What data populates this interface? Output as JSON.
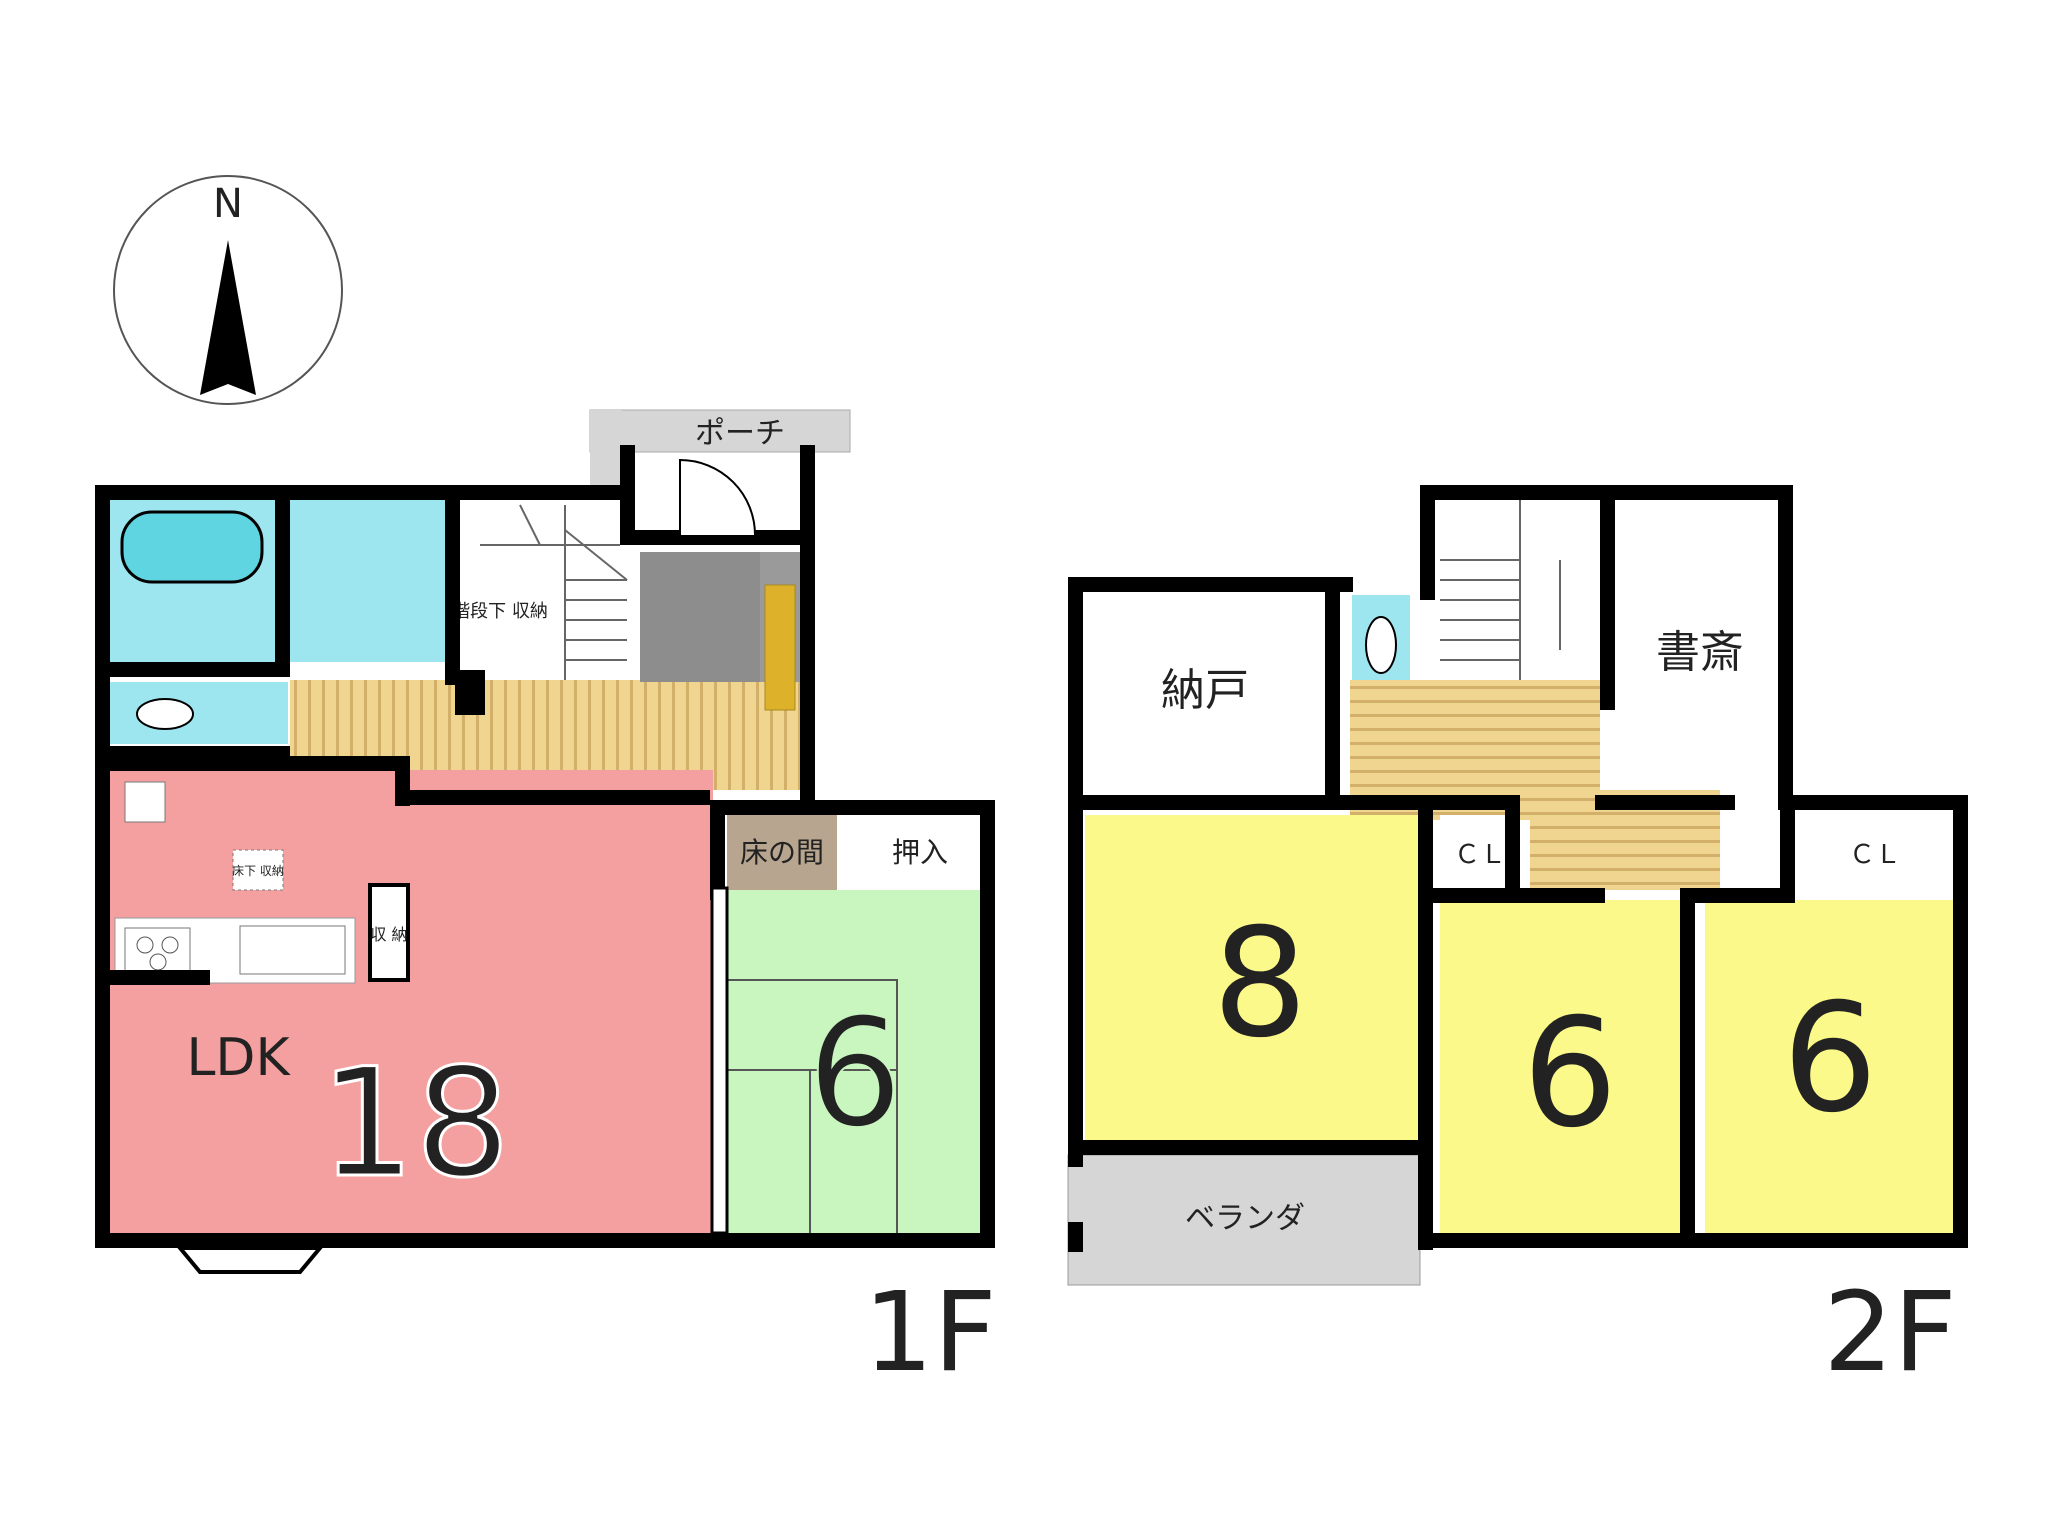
{
  "compass": {
    "label": "N",
    "icon": "north-arrow-icon"
  },
  "colors": {
    "ldk": "#f5a0a0",
    "washitsu": "#c9f5bf",
    "bedroom": "#fbf98a",
    "wet_area": "#9ee6ef",
    "hallway": "#e8c987",
    "grey_area": "#d6d6d6",
    "tokonoma": "#b8a58f",
    "shoe_storage": "#ddb12a"
  },
  "floor1": {
    "label": "1F",
    "porch": "ポーチ",
    "stair_storage": "階段下\n収納",
    "underfloor_storage": "床下\n収納",
    "kitchen_storage": "収\n納",
    "ldk_label": "LDK",
    "ldk_size": "18",
    "tokonoma": "床の間",
    "oshiire": "押入",
    "washitsu_size": "6"
  },
  "floor2": {
    "label": "2F",
    "storeroom": "納戸",
    "study": "書斎",
    "closet_a": "ＣＬ",
    "closet_b": "ＣＬ",
    "bedroom_a_size": "8",
    "bedroom_b_size": "6",
    "bedroom_c_size": "6",
    "veranda": "ベランダ"
  }
}
